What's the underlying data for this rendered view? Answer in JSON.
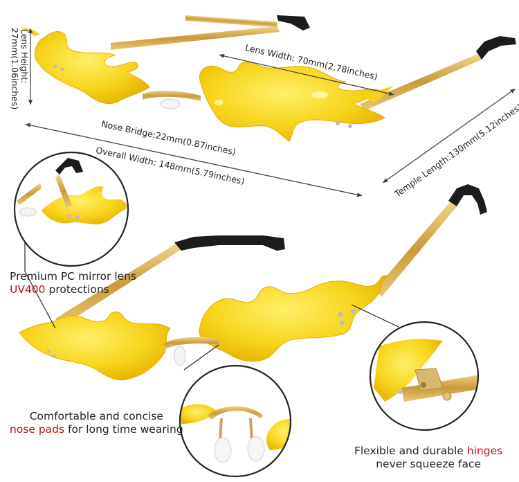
{
  "dimensions": {
    "lens_height": "Lens Height:",
    "lens_height_value": "27mm(1.06inches)",
    "lens_width": "Lens Width: 70mm(2.78inches)",
    "nose_bridge": "Nose Bridge:22mm(0.87inches)",
    "overall_width": "Overall Width: 148mm(5.79inches)",
    "temple_length": "Temple Length:130mm(5.12inches)"
  },
  "features": {
    "lens": {
      "line1": "Premium PC mirror lens",
      "highlight": "UV400",
      "rest": " protections"
    },
    "nose": {
      "line1": "Comfortable and concise",
      "highlight": "nose pads",
      "rest": " for long time wearing"
    },
    "hinge": {
      "prefix": "Flexible and durable ",
      "highlight": "hinges",
      "line2": "never squeeze face"
    }
  },
  "colors": {
    "lens_yellow": "#f5d21a",
    "lens_edge": "#e7b400",
    "frame_gold": "#d2ab52",
    "temple_tip": "#1c1c1c",
    "highlight_red": "#b3131b"
  }
}
